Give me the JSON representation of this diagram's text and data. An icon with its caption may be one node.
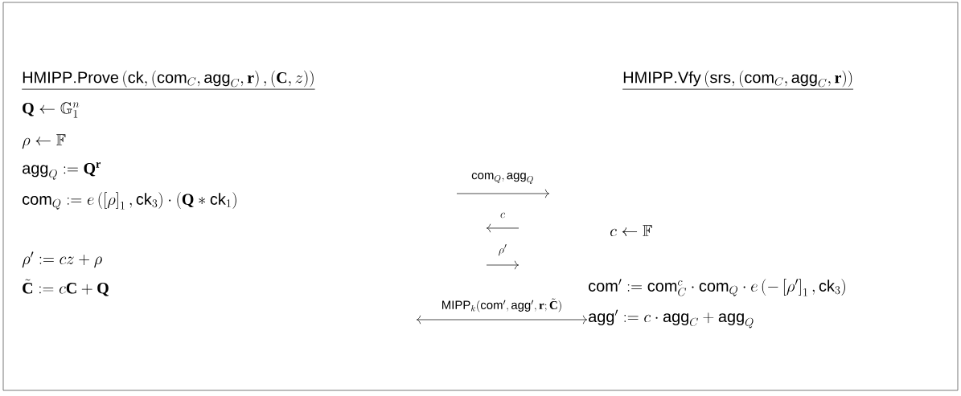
{
  "diagram": {
    "labels": [
      "\\underline{\\mathsf{HMIPP.Prove}\\left(\\mathsf{ck},\\left(\\mathsf{com}_C,\\mathsf{agg}_C,\\mathbf{r}\\right),\\left(\\mathbf{C},z\\right)\\right)}",
      "\\underline{\\mathsf{HMIPP.Vfy}\\left(\\mathsf{srs},\\left(\\mathsf{com}_C,\\mathsf{agg}_C,\\mathbf{r}\\right)\\right)}",
      "\\mathbf{Q}\\leftarrow\\mathbb{G}_1^n",
      "\\rho\\leftarrow\\mathbb{F}",
      "\\mathsf{agg}_Q:=\\mathbf{Q}^{\\mathbf{r}}",
      "\\mathsf{com}_Q:=e\\left(\\left[\\rho\\right]_1,\\mathsf{ck}_3\\right)\\cdot\\left(\\mathbf{Q}*\\mathsf{ck}_1\\right)",
      "\\mathsf{com}_Q,\\mathsf{agg}_Q",
      "c",
      "c\\leftarrow\\mathbb{F}",
      "\\rho'",
      "\\rho':=cz+\\rho",
      "\\tilde{\\mathbf{C}}:=c\\mathbf{C}+\\mathbf{Q}",
      "\\mathsf{com}':=\\mathsf{com}_C^c\\cdot\\mathsf{com}_Q\\cdot e\\left(-\\left[\\rho'\\right]_1,\\mathsf{ck}_3\\right)",
      "\\mathsf{MIPP}_k(\\mathsf{com}',\\mathsf{agg}',\\mathbf{r};\\tilde{\\mathbf{C}})",
      "\\mathsf{agg}':=c\\cdot\\mathsf{agg}_C+\\mathsf{agg}_Q"
    ]
  }
}
